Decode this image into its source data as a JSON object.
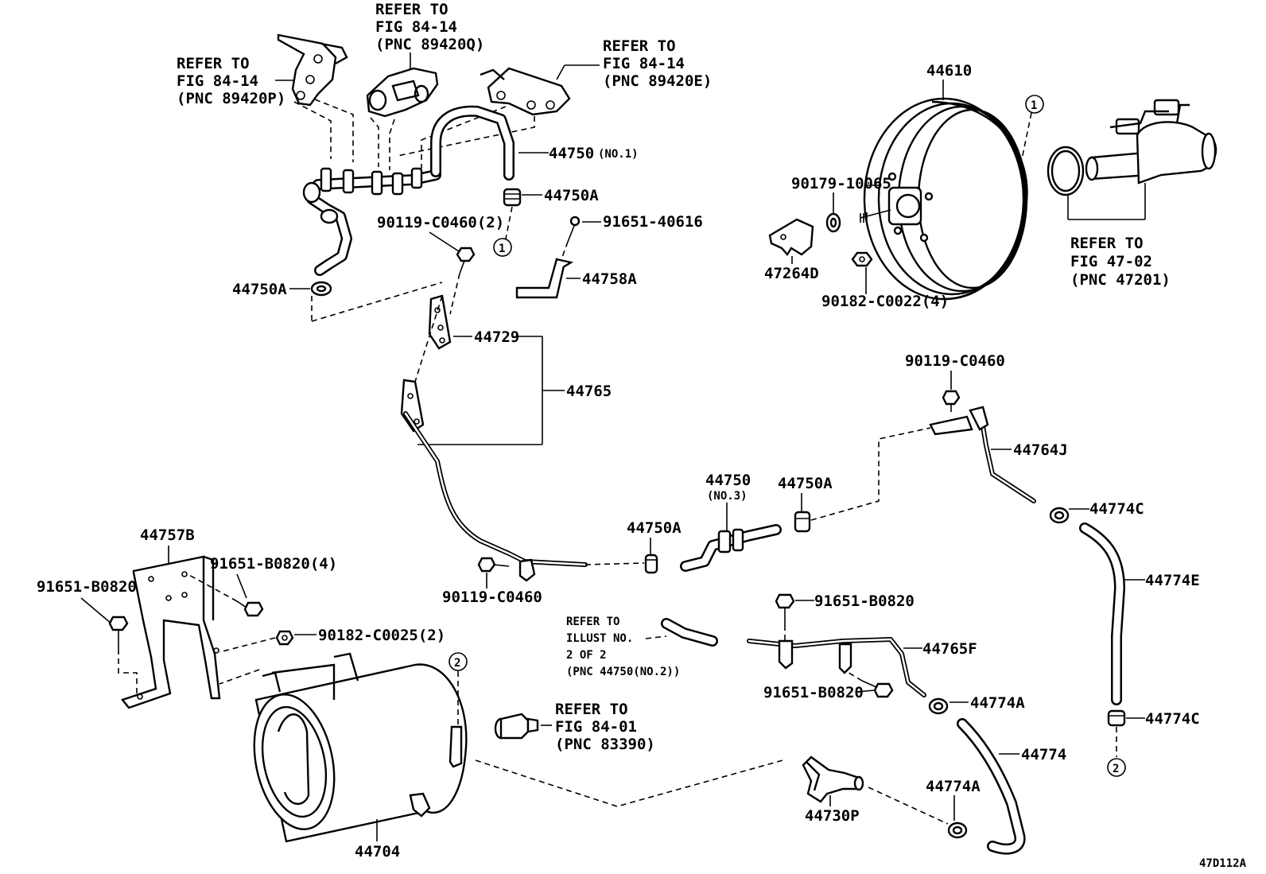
{
  "diagram_code": "47D112A",
  "markers": {
    "one": "1",
    "two": "2"
  },
  "labels": {
    "p44610": "44610",
    "p44750_no1": "44750",
    "p44750_no1_sub": "(NO.1)",
    "p44750A_top": "44750A",
    "p44750A_left": "44750A",
    "p44750A_mid": "44750A",
    "p44750A_right": "44750A",
    "p90119_c0460_2": "90119-C0460(2)",
    "p91651_40616": "91651-40616",
    "p44758A": "44758A",
    "p44729": "44729",
    "p44765": "44765",
    "p90179_10065": "90179-10065",
    "p47264D": "47264D",
    "p90182_c0022": "90182-C0022(4)",
    "p90119_c0460_right": "90119-C0460",
    "p44764J": "44764J",
    "p44774C_top": "44774C",
    "p44774E": "44774E",
    "p44774C_bottom": "44774C",
    "p44750_no3": "44750",
    "p44750_no3_sub": "(NO.3)",
    "p90119_c0460_bottom": "90119-C0460",
    "p44757B": "44757B",
    "p91651_b0820_4": "91651-B0820(4)",
    "p91651_b0820_left": "91651-B0820",
    "p90182_c0025": "90182-C0025(2)",
    "p91651_b0820_mid": "91651-B0820",
    "p44765F": "44765F",
    "p91651_b0820_low": "91651-B0820",
    "p44774A_top": "44774A",
    "p44774": "44774",
    "p44774A_bottom": "44774A",
    "p44730P": "44730P",
    "p44704": "44704"
  },
  "refs": {
    "ref_fig_84_14_q": [
      "REFER TO",
      "FIG 84-14",
      "(PNC 89420Q)"
    ],
    "ref_fig_84_14_p": [
      "REFER TO",
      "FIG 84-14",
      "(PNC 89420P)"
    ],
    "ref_fig_84_14_e": [
      "REFER TO",
      "FIG 84-14",
      "(PNC 89420E)"
    ],
    "ref_fig_47_02": [
      "REFER TO",
      "FIG 47-02",
      "(PNC 47201)"
    ],
    "ref_illust_no": [
      "REFER TO",
      "ILLUST NO.",
      "2 OF 2",
      "(PNC 44750(NO.2))"
    ],
    "ref_fig_84_01": [
      "REFER TO",
      "FIG 84-01",
      "(PNC 83390)"
    ]
  }
}
